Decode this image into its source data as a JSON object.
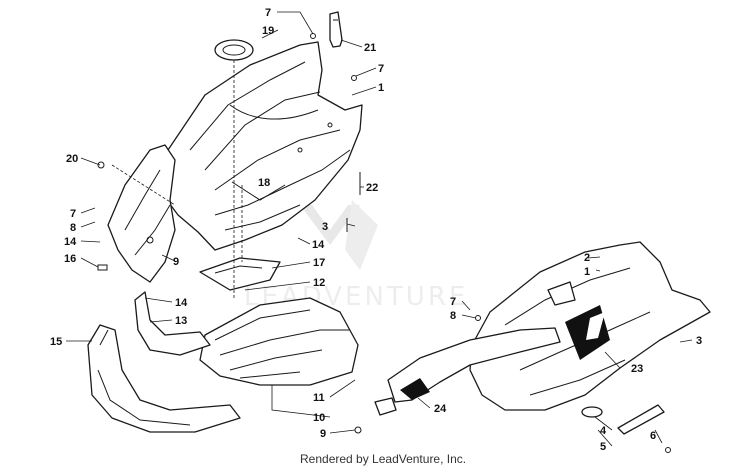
{
  "watermark": {
    "text": "LEADVENTURE"
  },
  "footer": {
    "credit": "Rendered by LeadVenture, Inc."
  },
  "callouts": {
    "c7a": "7",
    "c19": "19",
    "c21": "21",
    "c7b": "7",
    "c1a": "1",
    "c20": "20",
    "c18": "18",
    "c22": "22",
    "c3a": "3",
    "c7c": "7",
    "c8a": "8",
    "c14a": "14",
    "c14b": "14",
    "c16": "16",
    "c9a": "9",
    "c17": "17",
    "c12": "12",
    "c14c": "14",
    "c13": "13",
    "c15": "15",
    "c11": "11",
    "c10": "10",
    "c9b": "9",
    "c2": "2",
    "c1b": "1",
    "c7d": "7",
    "c8b": "8",
    "c3b": "3",
    "c23": "23",
    "c24": "24",
    "c4": "4",
    "c5": "5",
    "c6": "6"
  }
}
